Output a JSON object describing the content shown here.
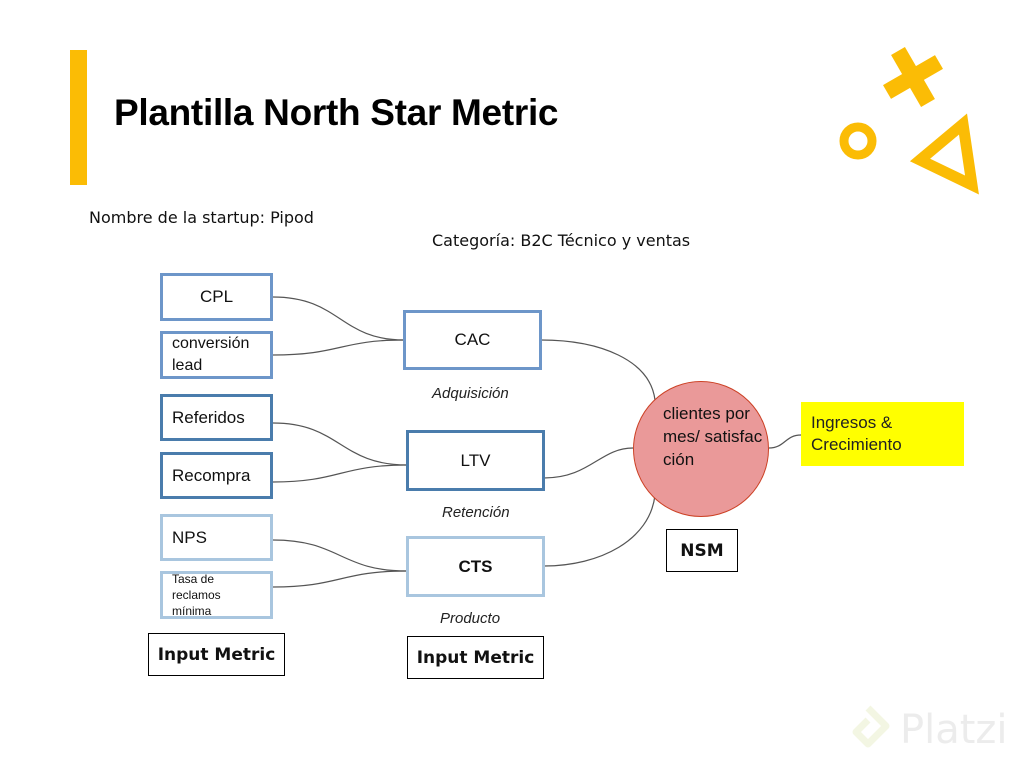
{
  "title": "Plantilla North Star Metric",
  "startup": {
    "label": "Nombre de la startup:",
    "value": "Pipod",
    "text": "Nombre de la startup:  Pipod"
  },
  "category": {
    "label": "Categoría:",
    "value": "B2C Técnico y ventas",
    "text": "Categoría:  B2C Técnico y ventas"
  },
  "colors": {
    "accent_yellow": "#fbbc05",
    "acquisition_border": "#6d96c9",
    "retention_border": "#4a7cac",
    "product_border": "#a9c6df",
    "nsm_fill": "#ea9999",
    "outcome_fill": "#ffff00"
  },
  "input_metrics": {
    "label": "Input Metric",
    "items": [
      {
        "text": "CPL",
        "group": "acquisition"
      },
      {
        "text": "conversión lead",
        "group": "acquisition"
      },
      {
        "text": "Referidos",
        "group": "retention"
      },
      {
        "text": "Recompra",
        "group": "retention"
      },
      {
        "text": "NPS",
        "group": "product"
      },
      {
        "text": "Tasa de reclamos mínima",
        "group": "product"
      }
    ]
  },
  "driver_metrics": {
    "label": "Input Metric",
    "items": [
      {
        "text": "CAC",
        "category": "Adquisición"
      },
      {
        "text": "LTV",
        "category": "Retención"
      },
      {
        "text": "CTS",
        "category": "Producto"
      }
    ]
  },
  "nsm": {
    "text": "clientes por mes/ satisfacción",
    "label": "NSM"
  },
  "outcome": {
    "text": "Ingresos & Crecimiento"
  },
  "decorations": {
    "top_right": [
      "cross-icon",
      "circle-icon",
      "triangle-icon"
    ],
    "watermark": {
      "text": "Platzi",
      "icon": "platzi-logo-icon"
    }
  }
}
